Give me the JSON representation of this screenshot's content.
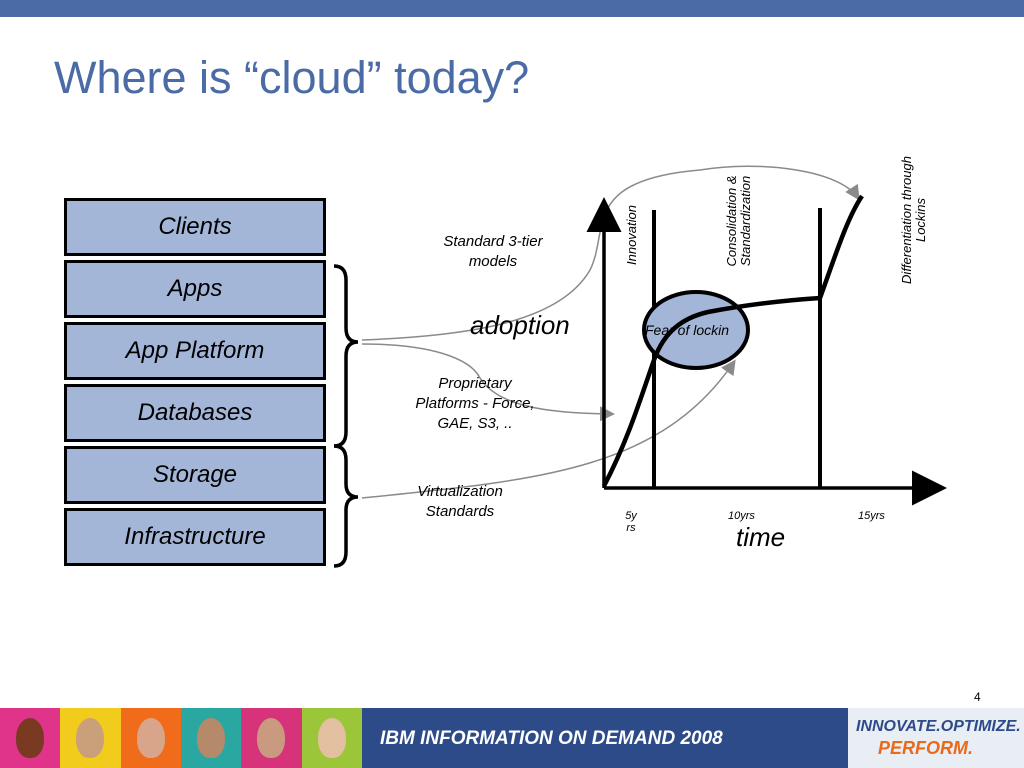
{
  "title": "Where is “cloud” today?",
  "layers": [
    "Clients",
    "Apps",
    "App Platform",
    "Databases",
    "Storage",
    "Infrastructure"
  ],
  "labels": {
    "standard_models": [
      "Standard 3-tier",
      "models"
    ],
    "adoption": "adoption",
    "proprietary": [
      "Proprietary",
      "Platforms - Force,",
      "GAE, S3, .."
    ],
    "virtualization": [
      "Virtualization",
      "Standards"
    ],
    "time": "time",
    "fear": "Fear of lockin"
  },
  "phases": {
    "innovation": "Innovation",
    "consolidation": [
      "Consolidation &",
      "Standardization"
    ],
    "differentiation": [
      "Differentiation through",
      "Lockins"
    ]
  },
  "ticks": {
    "t5": [
      "5y",
      "rs"
    ],
    "t10": "10yrs",
    "t15": "15yrs"
  },
  "page_number": "4",
  "footer": {
    "event": "IBM INFORMATION ON DEMAND 2008",
    "tagline1": "INNOVATE.OPTIMIZE.",
    "tagline2": "PERFORM."
  },
  "colors": {
    "accent": "#4a6ba6",
    "layer_fill": "#a4b6d8",
    "footer_bg": "#2d4a89",
    "brand_orange": "#e86a1a"
  }
}
